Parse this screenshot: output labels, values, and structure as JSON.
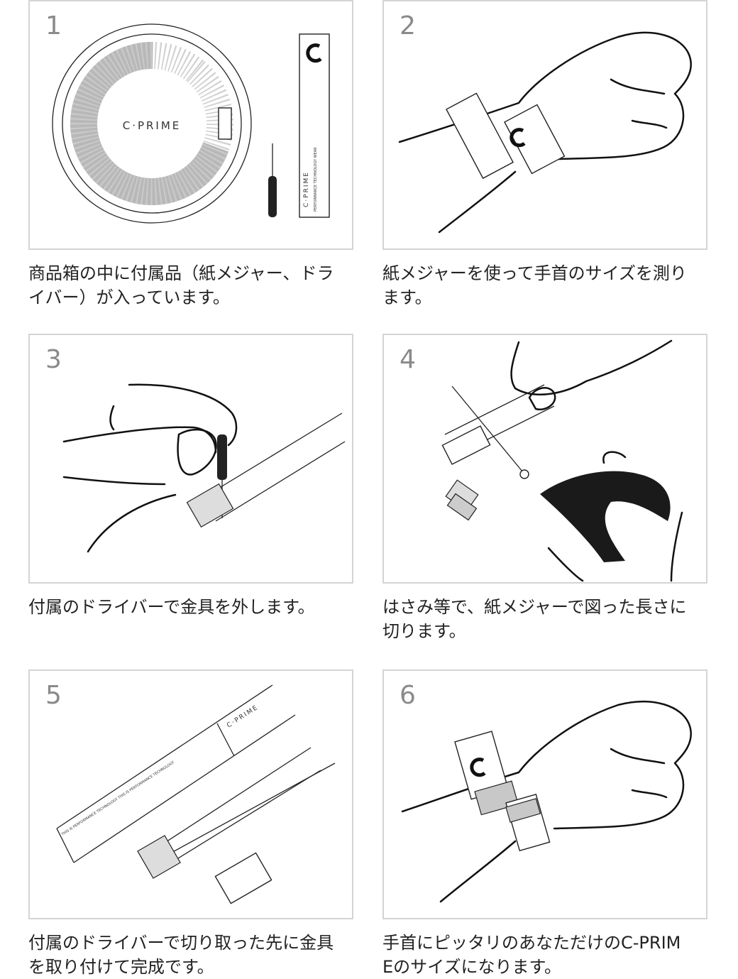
{
  "brand": {
    "logo_text": "C·PRIME",
    "strip_text": "C·PRIME",
    "strip_subtext": "PERFORMANCE TECHNOLOGY WEAR",
    "tape_text": "THIS IS PERFORMANCE TECHNOLOGY THIS IS PERFORMANCE TECHNOLOGY"
  },
  "steps": [
    {
      "number": "1",
      "caption": "商品箱の中に付属品（紙メジャー、ドラ\nイバー）が入っています。"
    },
    {
      "number": "2",
      "caption": "紙メジャーを使って手首のサイズを測り\nます。"
    },
    {
      "number": "3",
      "caption": "付属のドライバーで金具を外します。"
    },
    {
      "number": "4",
      "caption": "はさみ等で、紙メジャーで図った長さに\n切ります。"
    },
    {
      "number": "5",
      "caption": "付属のドライバーで切り取った先に金具\nを取り付けて完成です。"
    },
    {
      "number": "6",
      "caption": "手首にピッタリのあなただけのC-PRIM\nEのサイズになります。"
    }
  ],
  "colors": {
    "border": "#d4d4d4",
    "step_number": "#8a8a8a",
    "text": "#222222",
    "ring_grey": "#b8b8b8"
  }
}
